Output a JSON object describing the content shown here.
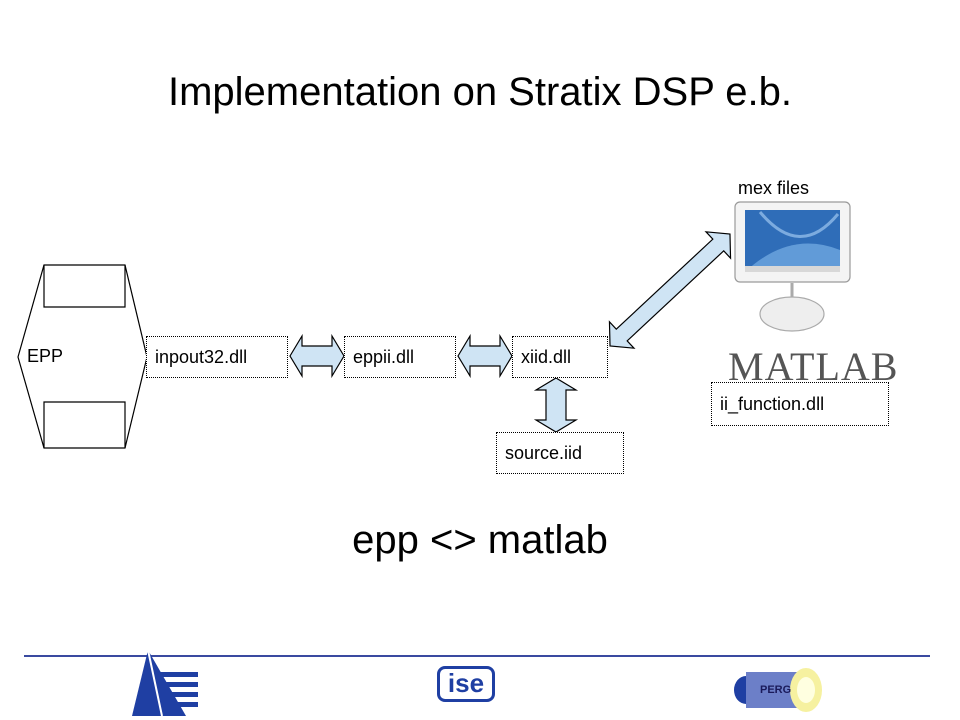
{
  "title": "Implementation on Stratix DSP e.b.",
  "subtitle": "epp <> matlab",
  "nodes": {
    "epp": "EPP",
    "inpout": "inpout32.dll",
    "eppii": "eppii.dll",
    "xiid": "xiid.dll",
    "source": "source.iid",
    "mex": "mex files",
    "ii_function": "ii_function.dll"
  },
  "logos": {
    "matlab": "MATLAB",
    "ise": "ise",
    "perg": "PERG"
  },
  "colors": {
    "arrow_fill": "#cfe4f4",
    "footer_line": "#3a4aa0"
  }
}
